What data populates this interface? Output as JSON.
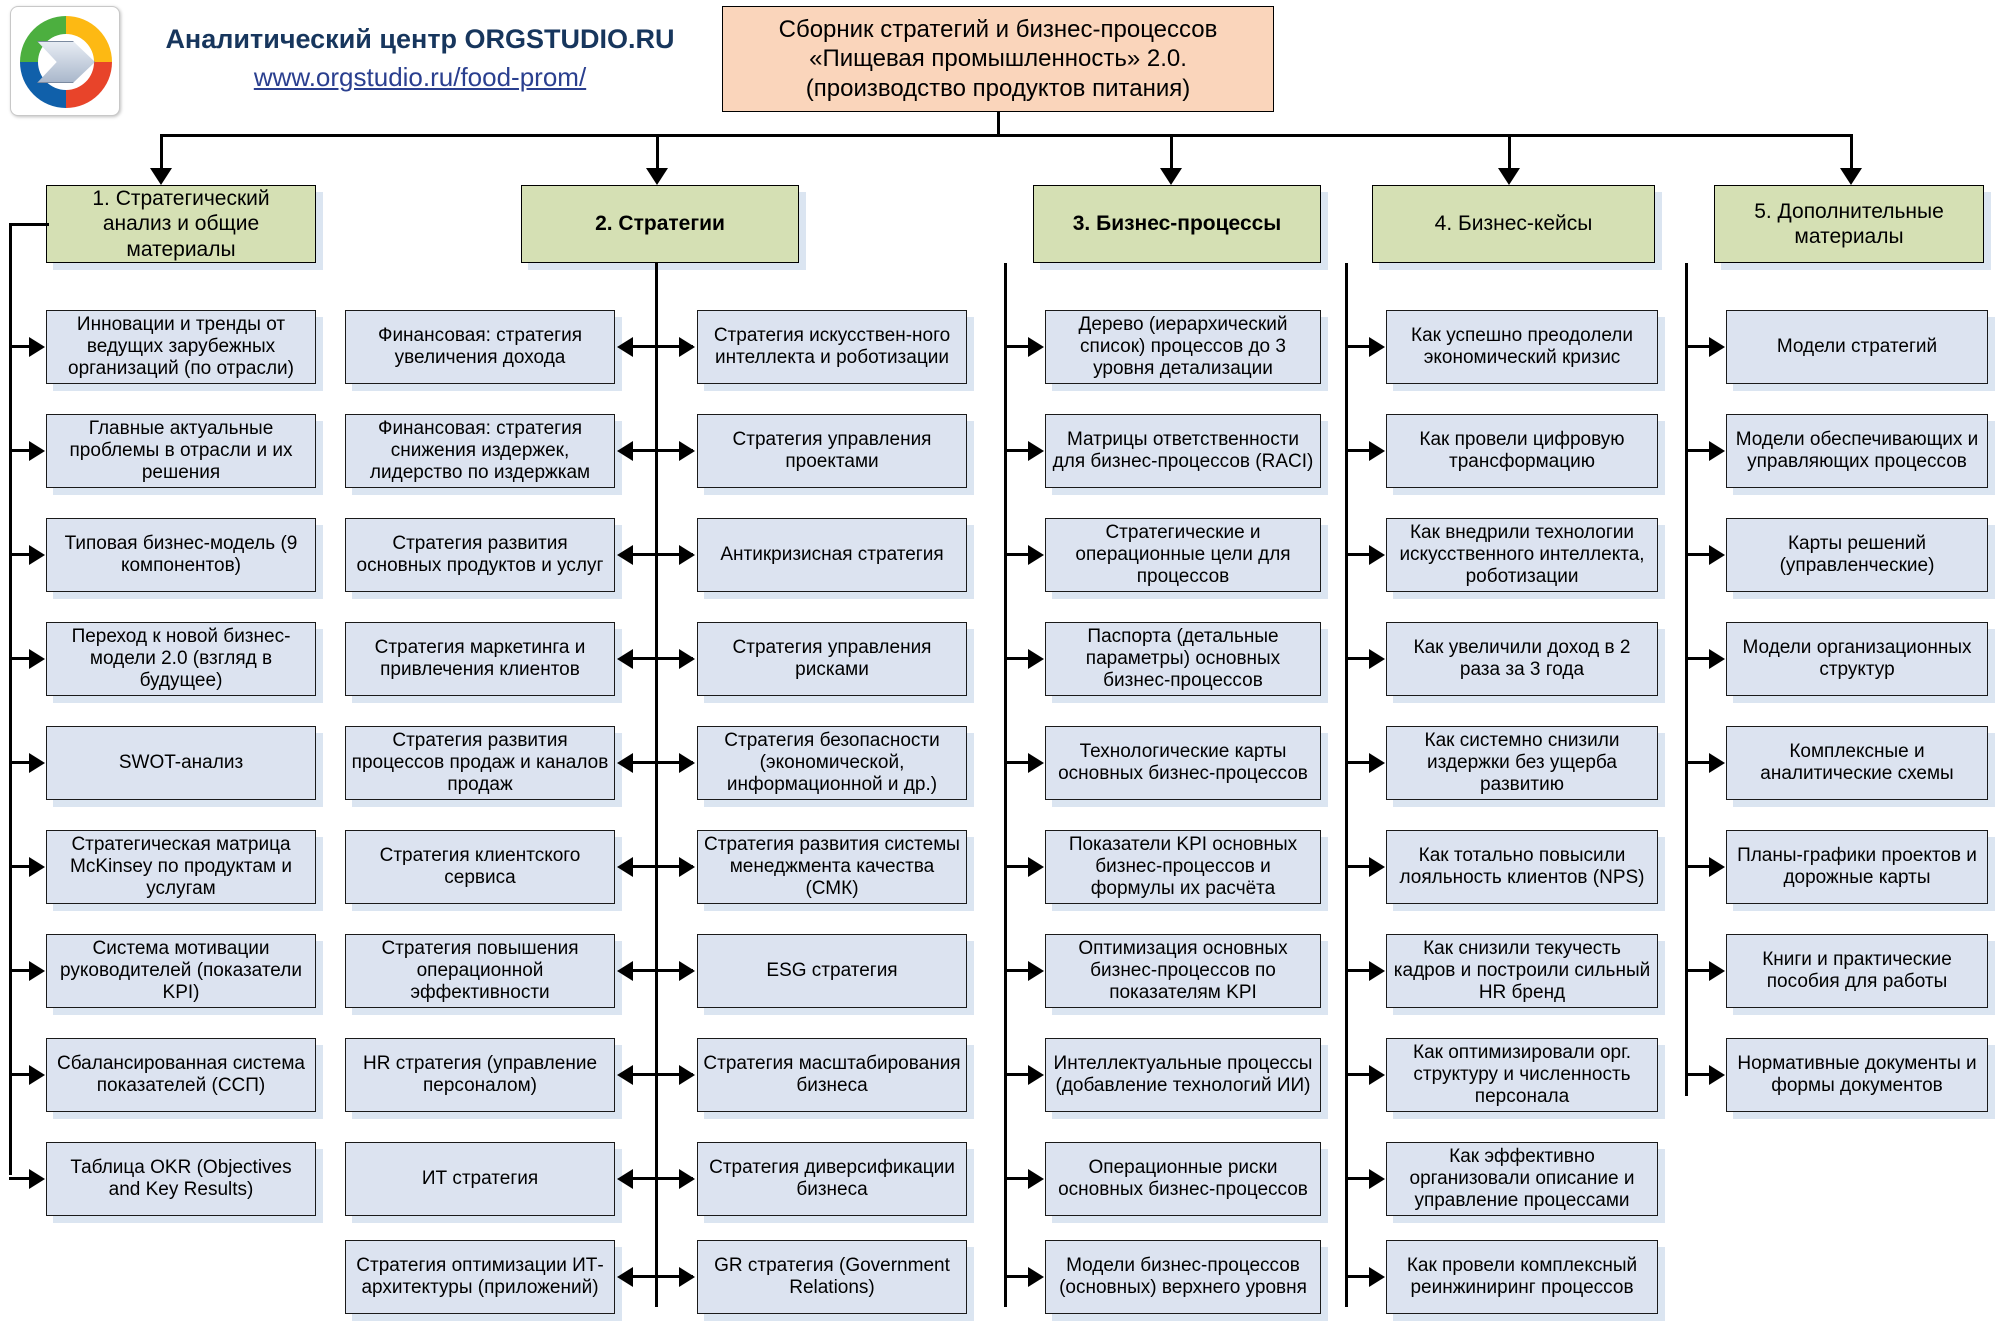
{
  "header": {
    "logo_icon": "orgstudio-ring-logo",
    "brand": "Аналитический центр ORGSTUDIO.RU",
    "url": "www.orgstudio.ru/food-prom/",
    "title_line1": "Сборник стратегий и бизнес-процессов",
    "title_line2": "«Пищевая промышленность» 2.0.",
    "title_line3": "(производство продуктов питания)"
  },
  "colors": {
    "title_bg": "#fad5bb",
    "header_bg": "#d5e0b4",
    "item_bg": "#dce3f0",
    "shadow": "#dbe5f1",
    "brand_text": "#17365d",
    "link_text": "#2a3f8f"
  },
  "columns": [
    {
      "id": "col1",
      "head_line1": "1. Стратегический",
      "head_line2": "анализ и общие",
      "head_line3": "материалы",
      "bold": false,
      "items": [
        "Инновации и тренды от ведущих зарубежных организаций (по отрасли)",
        "Главные актуальные проблемы в отрасли и их решения",
        "Типовая бизнес-модель (9 компонентов)",
        "Переход к новой бизнес-модели 2.0 (взгляд в будущее)",
        "SWOT-анализ",
        "Стратегическая матрица McKinsey по продуктам и услугам",
        "Система мотивации руководителей (показатели KPI)",
        "Сбалансированная система показателей (ССП)",
        "Таблица OKR (Objectives and Key Results)"
      ]
    },
    {
      "id": "col2a",
      "head_line1": "2. Стратегии",
      "head_line2": "",
      "head_line3": "",
      "bold": true,
      "items": [
        "Финансовая: стратегия увеличения дохода",
        "Финансовая: стратегия снижения издержек, лидерство по издержкам",
        "Стратегия развития основных продуктов и услуг",
        "Стратегия маркетинга и привлечения клиентов",
        "Стратегия развития процессов продаж и каналов продаж",
        "Стратегия клиентского сервиса",
        "Стратегия повышения операционной эффективности",
        "HR стратегия (управление персоналом)",
        "ИТ стратегия",
        "Стратегия оптимизации ИТ-архитектуры (приложений)"
      ]
    },
    {
      "id": "col2b",
      "head_line1": "",
      "head_line2": "",
      "head_line3": "",
      "bold": false,
      "items": [
        "Стратегия искусствен-ного интеллекта и роботизации",
        "Стратегия управления проектами",
        "Антикризисная стратегия",
        "Стратегия управления рисками",
        "Стратегия безопасности (экономической, информационной и др.)",
        "Стратегия развития системы менеджмента качества (СМК)",
        "ESG стратегия",
        "Стратегия масштабирования бизнеса",
        "Стратегия диверсификации бизнеса",
        "GR стратегия (Government Relations)"
      ]
    },
    {
      "id": "col3",
      "head_line1": "3. Бизнес-процессы",
      "head_line2": "",
      "head_line3": "",
      "bold": true,
      "items": [
        "Дерево (иерархический список) процессов до 3 уровня детализации",
        "Матрицы ответственности для бизнес-процессов (RACI)",
        "Стратегические и операционные цели для процессов",
        "Паспорта (детальные параметры) основных бизнес-процессов",
        "Технологические карты основных бизнес-процессов",
        "Показатели KPI основных бизнес-процессов и формулы их расчёта",
        "Оптимизация основных бизнес-процессов по показателям KPI",
        "Интеллектуальные процессы (добавление технологий ИИ)",
        "Операционные риски основных бизнес-процессов",
        "Модели бизнес-процессов (основных) верхнего уровня"
      ]
    },
    {
      "id": "col4",
      "head_line1": "4. Бизнес-кейсы",
      "head_line2": "",
      "head_line3": "",
      "bold": false,
      "items": [
        "Как успешно преодолели экономический кризис",
        "Как провели цифровую трансформацию",
        "Как внедрили технологии искусственного интеллекта, роботизации",
        "Как увеличили доход в 2 раза за 3 года",
        "Как системно снизили издержки без ущерба развитию",
        "Как тотально повысили лояльность клиентов (NPS)",
        "Как снизили текучесть кадров и построили сильный HR бренд",
        "Как оптимизировали орг. структуру и численность персонала",
        "Как эффективно организовали описание и управление процессами",
        "Как провели комплексный реинжиниринг процессов"
      ]
    },
    {
      "id": "col5",
      "head_line1": "5. Дополнительные",
      "head_line2": "материалы",
      "head_line3": "",
      "bold": false,
      "items": [
        "Модели стратегий",
        "Модели обеспечивающих и управляющих процессов",
        "Карты решений (управленческие)",
        "Модели организационных структур",
        "Комплексные и аналитические схемы",
        "Планы-графики проектов и дорожные карты",
        "Книги и практические пособия для работы",
        "Нормативные документы и формы документов"
      ]
    }
  ]
}
